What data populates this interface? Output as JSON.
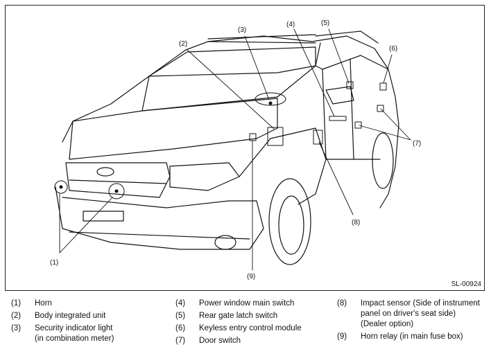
{
  "figure_code": "SL-00924",
  "callouts": [
    "(1)",
    "(2)",
    "(3)",
    "(4)",
    "(5)",
    "(6)",
    "(7)",
    "(8)",
    "(9)"
  ],
  "legend": {
    "col1": [
      {
        "num": "(1)",
        "text": "Horn"
      },
      {
        "num": "(2)",
        "text": "Body integrated unit"
      },
      {
        "num": "(3)",
        "text": "Security indicator light\n(in combination meter)"
      }
    ],
    "col2": [
      {
        "num": "(4)",
        "text": "Power window main switch"
      },
      {
        "num": "(5)",
        "text": "Rear gate latch switch"
      },
      {
        "num": "(6)",
        "text": "Keyless entry control module"
      },
      {
        "num": "(7)",
        "text": "Door switch"
      }
    ],
    "col3": [
      {
        "num": "(8)",
        "text": "Impact sensor (Side of instrument\npanel on driver's seat side)\n(Dealer option)"
      },
      {
        "num": "(9)",
        "text": "Horn relay (in main fuse box)"
      }
    ]
  }
}
